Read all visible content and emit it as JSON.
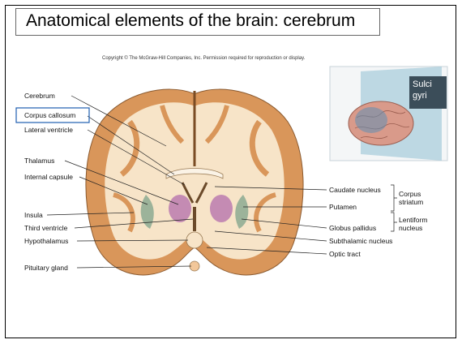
{
  "slide": {
    "title": "Anatomical elements of the brain: cerebrum",
    "copyright": "Copyright © The McGraw-Hill Companies, Inc.  Permission required for reproduction or display.",
    "inset_label": "Sulci gyri"
  },
  "labels_left": [
    "Cerebrum",
    "Corpus callosum",
    "Lateral ventricle",
    "Thalamus",
    "Internal capsule",
    "Insula",
    "Third ventricle",
    "Hypothalamus",
    "Pituitary gland"
  ],
  "labels_right": [
    "Caudate nucleus",
    "Putamen",
    "Globus pallidus",
    "Subthalamic nucleus",
    "Optic tract"
  ],
  "groups_right": {
    "corpus_striatum": "Corpus striatum",
    "lentiform_nucleus": "Lentiform nucleus"
  },
  "colors": {
    "cortex": "#d9965a",
    "white_matter": "#f7e4c8",
    "thalamus": "#c48bb3",
    "lentiform": "#9cb39a",
    "highlight_box": "#1f5fb0",
    "inset_label_bg": "#3b4d59"
  }
}
